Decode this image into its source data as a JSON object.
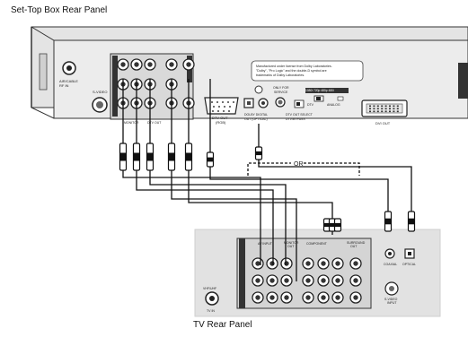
{
  "titles": {
    "stb": "Set-Top Box Rear Panel",
    "tv": "TV Rear Panel"
  },
  "stb_labels": {
    "antenna": "AIR/CABLE\nRF IN",
    "svideo": "S-VIDEO",
    "dtv_out_rgb": "DTV OUT\n(RGB)",
    "dolby_digital_out": "DOLBY DIGITAL\nOUT (OPTICAL)",
    "only_for_service": "ONLY FOR\nSERVICE",
    "dtv_out_select": "DTV OUT SELECT\nDTV/BYPASS",
    "dvi_out": "DVI OUT",
    "dtv": "DTV",
    "analog": "ANALOG",
    "resolutions": "1080i 720p 480p 480i",
    "monitor_out": "MONITOR\nOUT",
    "dtv_out_component": "DTV OUT\nCOMPONENT",
    "dolby_notice": "Manufactured under license from Dolby Laboratories.\n\"Dolby\", \"Pro Logic\" and the double-D symbol are\ntrademarks of Dolby Laboratories."
  },
  "wiring": {
    "or": "OR"
  },
  "tv_labels": {
    "av_input": "AV INPUT",
    "monitor_out": "MONITOR\nOUT",
    "component": "COMPONENT",
    "surround_out": "SURROUND\nOUT",
    "vhf_uhf": "VHF/UHF",
    "coaxial": "COAXIAL",
    "optical": "OPTICAL",
    "svideo_input": "S-VIDEO\nINPUT",
    "tv_in": "TV IN"
  }
}
